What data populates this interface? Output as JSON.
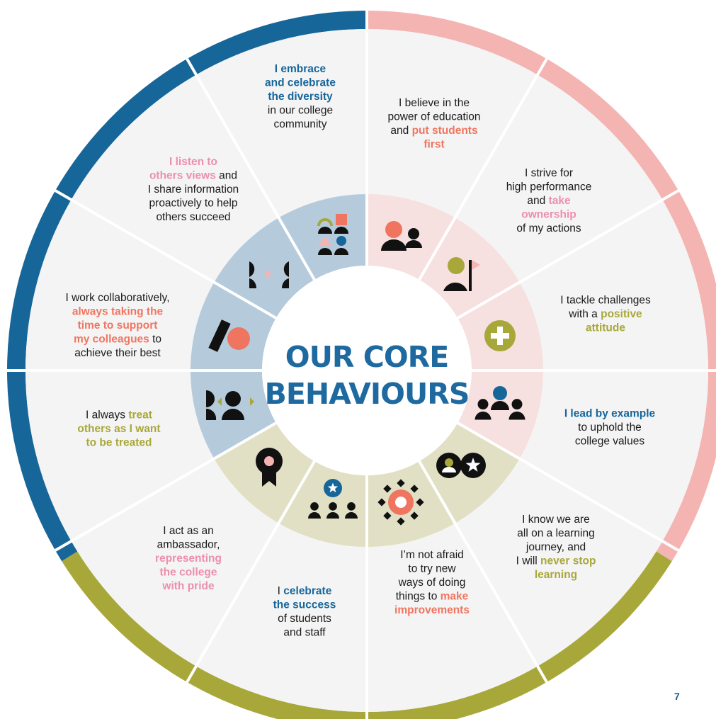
{
  "title": {
    "line1": "OUR CORE",
    "line2": "BEHAVIOURS"
  },
  "page_number": "7",
  "colors": {
    "blue": "#17669a",
    "pink": "#f4b4b2",
    "olive": "#a8a83a",
    "coral": "#f07560",
    "rose": "#ec8fac",
    "gold": "#a8a83a",
    "panel": "#f4f4f4",
    "ink": "#111111"
  },
  "behaviours": [
    {
      "id": "diversity",
      "icon": "diversity-shapes-icon",
      "lines": [
        [
          {
            "t": "I embrace",
            "c": "blue"
          }
        ],
        [
          {
            "t": "and celebrate",
            "c": "blue"
          }
        ],
        [
          {
            "t": "the diversity",
            "c": "blue"
          }
        ],
        [
          {
            "t": "in our college"
          }
        ],
        [
          {
            "t": "community"
          }
        ]
      ]
    },
    {
      "id": "students-first",
      "icon": "students-first-icon",
      "lines": [
        [
          {
            "t": "I believe in the"
          }
        ],
        [
          {
            "t": "power of education"
          }
        ],
        [
          {
            "t": "and "
          },
          {
            "t": "put students",
            "c": "coral"
          }
        ],
        [
          {
            "t": "first",
            "c": "coral"
          }
        ]
      ]
    },
    {
      "id": "ownership",
      "icon": "flag-person-icon",
      "lines": [
        [
          {
            "t": "I strive for"
          }
        ],
        [
          {
            "t": "high performance"
          }
        ],
        [
          {
            "t": "and "
          },
          {
            "t": "take",
            "c": "rose"
          }
        ],
        [
          {
            "t": "ownership",
            "c": "rose"
          }
        ],
        [
          {
            "t": "of my actions"
          }
        ]
      ]
    },
    {
      "id": "positive",
      "icon": "plus-circle-icon",
      "lines": [
        [
          {
            "t": "I tackle challenges"
          }
        ],
        [
          {
            "t": "with a "
          },
          {
            "t": "positive",
            "c": "gold"
          }
        ],
        [
          {
            "t": "attitude",
            "c": "gold"
          }
        ]
      ]
    },
    {
      "id": "lead",
      "icon": "group-leader-icon",
      "lines": [
        [
          {
            "t": "I lead by example",
            "c": "blue"
          }
        ],
        [
          {
            "t": "to uphold the"
          }
        ],
        [
          {
            "t": "college values"
          }
        ]
      ]
    },
    {
      "id": "learning",
      "icon": "learner-star-icon",
      "lines": [
        [
          {
            "t": "I know we are"
          }
        ],
        [
          {
            "t": "all on a learning"
          }
        ],
        [
          {
            "t": "journey, and"
          }
        ],
        [
          {
            "t": "I will "
          },
          {
            "t": "never stop",
            "c": "gold"
          }
        ],
        [
          {
            "t": "learning",
            "c": "gold"
          }
        ]
      ]
    },
    {
      "id": "improve",
      "icon": "sun-gear-icon",
      "lines": [
        [
          {
            "t": "I’m not afraid"
          }
        ],
        [
          {
            "t": "to try new"
          }
        ],
        [
          {
            "t": "ways of doing"
          }
        ],
        [
          {
            "t": "things to "
          },
          {
            "t": "make",
            "c": "coral"
          }
        ],
        [
          {
            "t": "improvements",
            "c": "coral"
          }
        ]
      ]
    },
    {
      "id": "celebrate",
      "icon": "celebrate-group-icon",
      "lines": [
        [
          {
            "t": "I "
          },
          {
            "t": "celebrate",
            "c": "blue"
          }
        ],
        [
          {
            "t": "the success",
            "c": "blue"
          }
        ],
        [
          {
            "t": "of students"
          }
        ],
        [
          {
            "t": "and staff"
          }
        ]
      ]
    },
    {
      "id": "ambassador",
      "icon": "award-badge-icon",
      "lines": [
        [
          {
            "t": "I act as an"
          }
        ],
        [
          {
            "t": "ambassador,"
          }
        ],
        [
          {
            "t": "representing",
            "c": "rose"
          }
        ],
        [
          {
            "t": "the college",
            "c": "rose"
          }
        ],
        [
          {
            "t": "with pride",
            "c": "rose"
          }
        ]
      ]
    },
    {
      "id": "treat",
      "icon": "people-facing-icon",
      "lines": [
        [
          {
            "t": "I always "
          },
          {
            "t": "treat",
            "c": "gold"
          }
        ],
        [
          {
            "t": "others as I want",
            "c": "gold"
          }
        ],
        [
          {
            "t": "to be treated",
            "c": "gold"
          }
        ]
      ]
    },
    {
      "id": "collaborate",
      "icon": "block-circle-icon",
      "lines": [
        [
          {
            "t": "I work collaboratively,"
          }
        ],
        [
          {
            "t": "always taking the",
            "c": "coral"
          }
        ],
        [
          {
            "t": "time to support",
            "c": "coral"
          }
        ],
        [
          {
            "t": "my colleagues",
            "c": "coral"
          },
          {
            "t": " to"
          }
        ],
        [
          {
            "t": "achieve their best"
          }
        ]
      ]
    },
    {
      "id": "listen",
      "icon": "listening-faces-icon",
      "lines": [
        [
          {
            "t": "I listen to",
            "c": "rose"
          }
        ],
        [
          {
            "t": "others views",
            "c": "rose"
          },
          {
            "t": " and"
          }
        ],
        [
          {
            "t": "I share information"
          }
        ],
        [
          {
            "t": "proactively to help"
          }
        ],
        [
          {
            "t": "others succeed"
          }
        ]
      ]
    }
  ]
}
